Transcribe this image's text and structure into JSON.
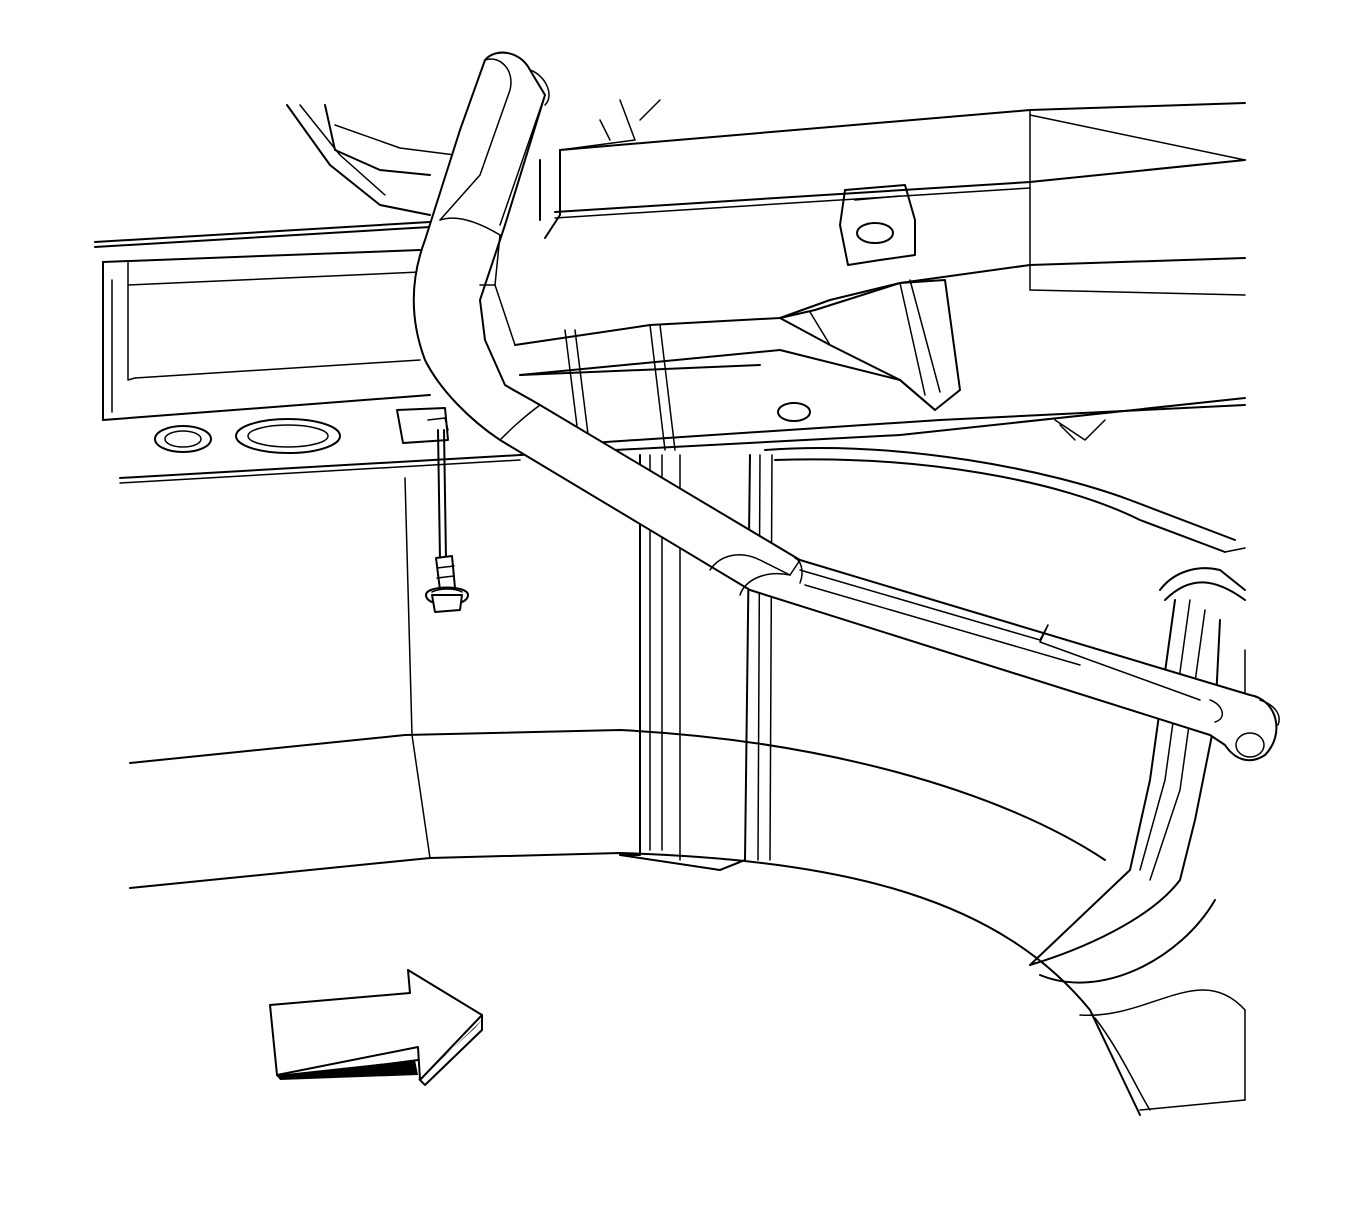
{
  "diagram": {
    "description_visible_text": "",
    "colors": {
      "line": "#000000",
      "background": "#ffffff"
    },
    "components": [
      {
        "name": "frame-rail"
      },
      {
        "name": "crossmember"
      },
      {
        "name": "brake-line-pipe"
      },
      {
        "name": "retaining-clip"
      },
      {
        "name": "bolt"
      },
      {
        "name": "wheel-well"
      },
      {
        "name": "direction-arrow"
      }
    ]
  }
}
